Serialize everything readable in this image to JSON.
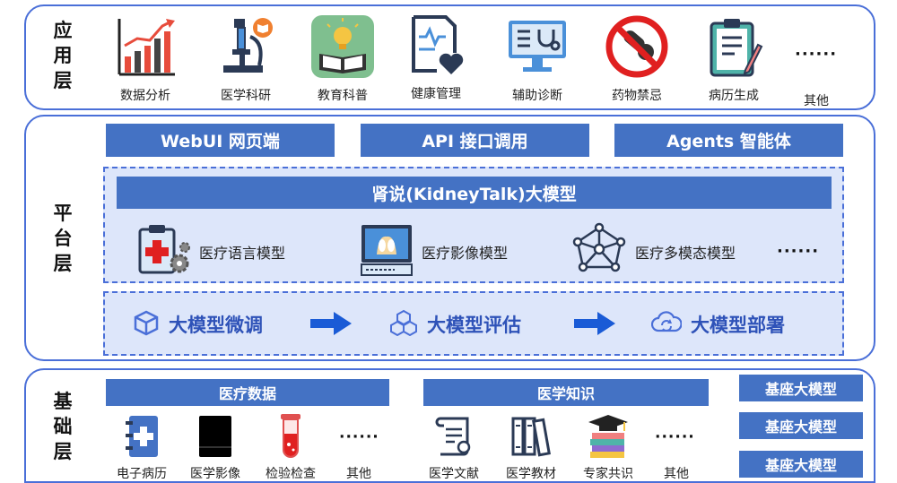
{
  "app_layer": {
    "label": "应用层",
    "items": [
      {
        "label": "数据分析",
        "icon": "bar-chart-icon"
      },
      {
        "label": "医学科研",
        "icon": "microscope-icon"
      },
      {
        "label": "教育科普",
        "icon": "book-lightbulb-icon"
      },
      {
        "label": "健康管理",
        "icon": "health-document-icon"
      },
      {
        "label": "辅助诊断",
        "icon": "monitor-stethoscope-icon"
      },
      {
        "label": "药物禁忌",
        "icon": "no-pills-icon"
      },
      {
        "label": "病历生成",
        "icon": "clipboard-pen-icon"
      },
      {
        "label": "其他",
        "icon": "more-dots"
      }
    ],
    "more": "······"
  },
  "platform_layer": {
    "label": "平台层",
    "interfaces": [
      "WebUI 网页端",
      "API 接口调用",
      "Agents 智能体"
    ],
    "model_title": "肾说(KidneyTalk)大模型",
    "models": [
      {
        "label": "医疗语言模型",
        "icon": "clipboard-gear-icon"
      },
      {
        "label": "医疗影像模型",
        "icon": "xray-monitor-icon"
      },
      {
        "label": "医疗多模态模型",
        "icon": "network-icon"
      }
    ],
    "more": "······",
    "steps": [
      {
        "label": "大模型微调",
        "icon": "cube-icon"
      },
      {
        "label": "大模型评估",
        "icon": "cubes-icon"
      },
      {
        "label": "大模型部署",
        "icon": "cloud-sync-icon"
      }
    ]
  },
  "base_layer": {
    "label": "基础层",
    "data_title": "医疗数据",
    "data_items": [
      {
        "label": "电子病历",
        "icon": "medical-record-icon"
      },
      {
        "label": "医学影像",
        "icon": "black-film-icon"
      },
      {
        "label": "检验检查",
        "icon": "test-tube-icon"
      },
      {
        "label": "其他",
        "icon": "more-dots"
      }
    ],
    "knowledge_title": "医学知识",
    "knowledge_items": [
      {
        "label": "医学文献",
        "icon": "scroll-icon"
      },
      {
        "label": "医学教材",
        "icon": "books-icon"
      },
      {
        "label": "专家共识",
        "icon": "graduation-books-icon"
      },
      {
        "label": "其他",
        "icon": "more-dots"
      }
    ],
    "more": "······",
    "foundation": [
      "基座大模型",
      "基座大模型",
      "基座大模型"
    ]
  },
  "colors": {
    "accent": "#4472c4",
    "border": "#4a6fd8",
    "panel": "#dde6fa",
    "step_text": "#2e52b8"
  }
}
